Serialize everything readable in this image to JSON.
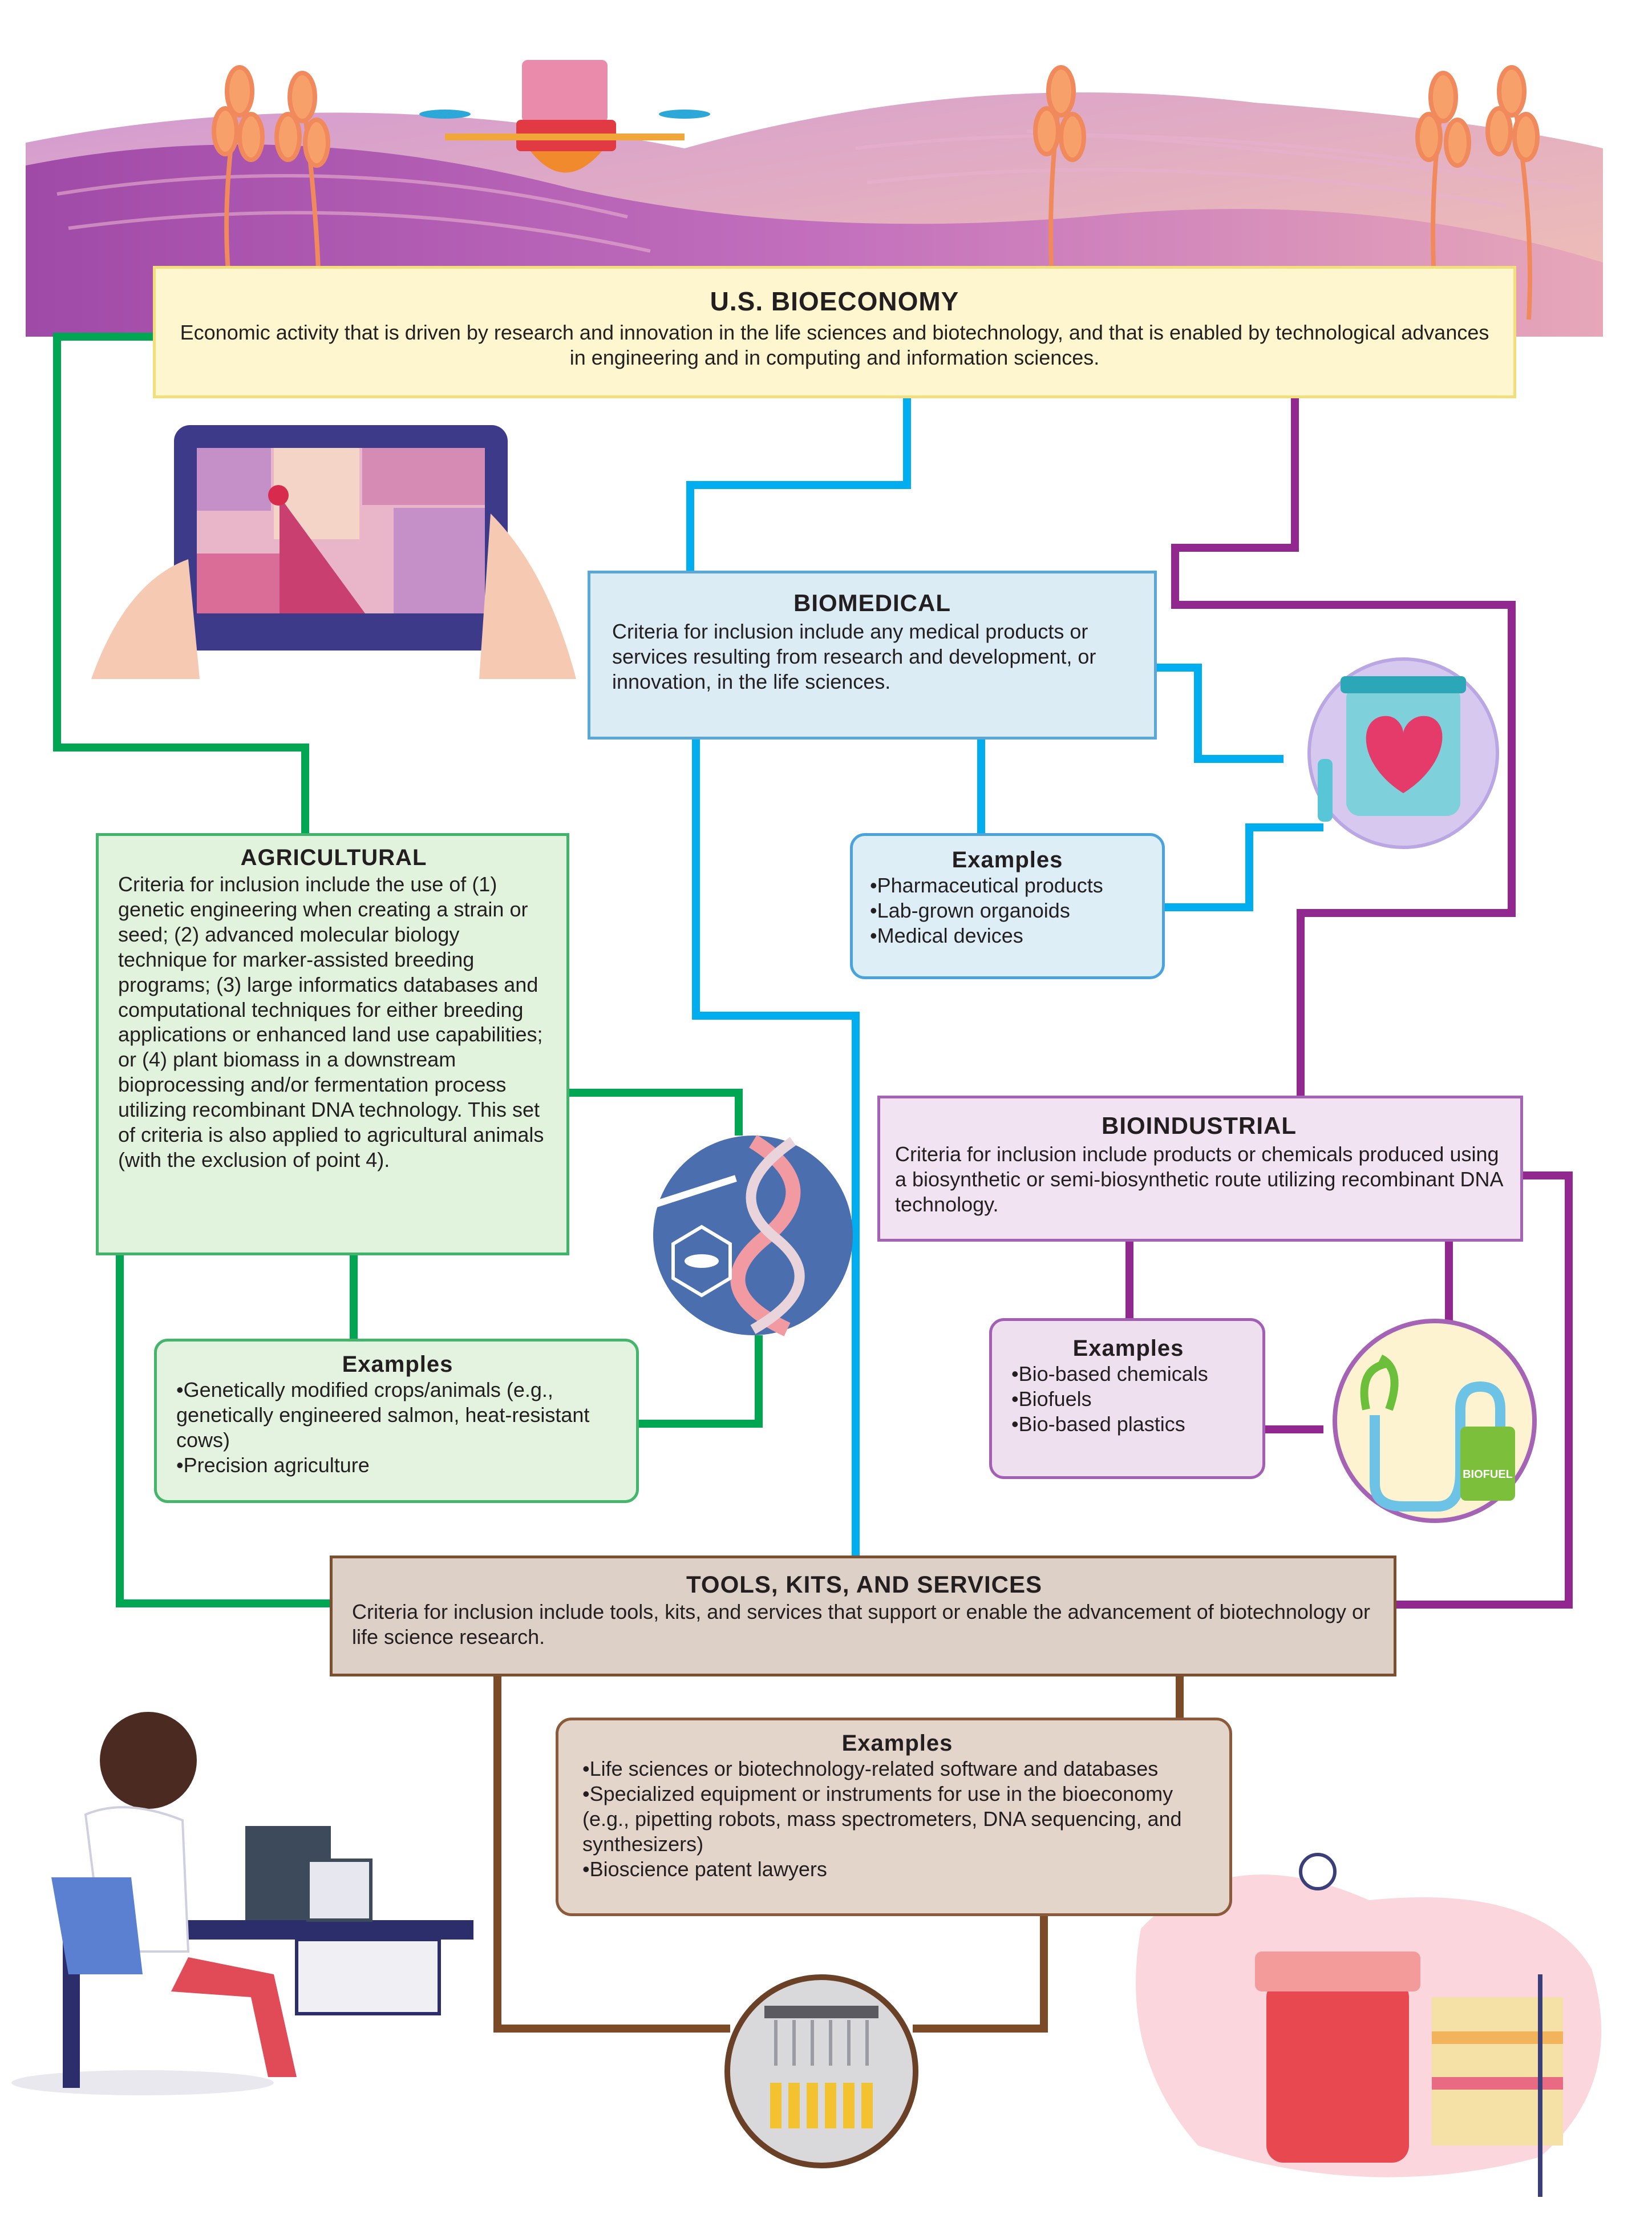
{
  "bioeconomy": {
    "title": "U.S. BIOECONOMY",
    "description": "Economic activity that is driven by research and innovation in the life sciences and biotechnology, and that is enabled by technological advances in engineering and in computing and information sciences."
  },
  "biomedical": {
    "title": "BIOMEDICAL",
    "description": "Criteria for inclusion include any medical products or services resulting from research and development, or innovation, in the life sciences.",
    "examples_title": "Examples",
    "examples": [
      "Pharmaceutical products",
      "Lab-grown organoids",
      "Medical devices"
    ]
  },
  "agricultural": {
    "title": "AGRICULTURAL",
    "description": "Criteria for inclusion include the use of (1) genetic engineering when creating a strain or seed; (2) advanced molecular biology technique for marker-assisted breeding programs; (3) large informatics databases and computational techniques for either breeding applications or enhanced land use capabilities; or (4) plant biomass in a downstream bioprocessing and/or fermentation process utilizing recombinant DNA technology. This set of criteria is also applied to agricultural animals (with the exclusion of point 4).",
    "examples_title": "Examples",
    "examples": [
      "Genetically modified crops/animals (e.g., genetically engineered salmon, heat-resistant cows)",
      "Precision agriculture"
    ]
  },
  "bioindustrial": {
    "title": "BIOINDUSTRIAL",
    "description": "Criteria for inclusion include products or chemicals produced using a biosynthetic or semi-biosynthetic route utilizing recombinant DNA technology.",
    "examples_title": "Examples",
    "examples": [
      "Bio-based chemicals",
      "Biofuels",
      "Bio-based plastics"
    ]
  },
  "tools": {
    "title": "TOOLS, KITS, AND SERVICES",
    "description": "Criteria for inclusion include tools, kits, and services that support or enable the advancement of biotechnology or life science research.",
    "examples_title": "Examples",
    "examples": [
      "Life sciences or biotechnology-related software and databases",
      "Specialized equipment or instruments for use in the bioeconomy (e.g., pipetting robots, mass spectrometers, DNA sequencing, and synthesizers)",
      "Bioscience patent lawyers"
    ]
  },
  "biofuel_label": "BIOFUEL",
  "colors": {
    "agricultural": "#00a651",
    "biomedical": "#00aeef",
    "bioindustrial": "#92278f",
    "tools": "#7b4a26",
    "bioeconomy_fill": "#fef6cf"
  },
  "illustrations": [
    "field-drone-icon",
    "wheat-icon",
    "tablet-map-icon",
    "heart-jar-icon",
    "dna-salmon-icon",
    "biofuel-plant-icon",
    "scientist-desk-icon",
    "pipette-robot-icon",
    "pharma-lab-icon"
  ]
}
